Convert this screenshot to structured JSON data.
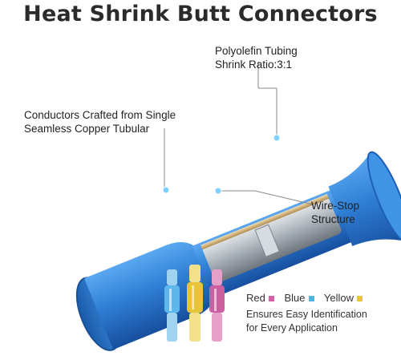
{
  "title": "Heat Shrink Butt Connectors",
  "labels": {
    "tubing_line1": "Polyolefin Tubing",
    "tubing_line2": "Shrink Ratio:3:1",
    "conductor_line1": "Conductors Crafted from Single",
    "conductor_line2": "Seamless Copper Tubular",
    "wirestop_line1": "Wire-Stop",
    "wirestop_line2": "Structure"
  },
  "colors_legend": [
    {
      "name": "Red",
      "color": "#d95fa8"
    },
    {
      "name": "Blue",
      "color": "#4fb6e3"
    },
    {
      "name": "Yellow",
      "color": "#e8c43a"
    }
  ],
  "description": {
    "line1": "Ensures Easy Identification",
    "line2": "for Every Application"
  },
  "connector_colors": {
    "blue_tube": "#2f7fd6",
    "blue_tube_dark": "#1d5fb5",
    "copper": "#c8a86a",
    "metal": "#b9c0c6"
  }
}
